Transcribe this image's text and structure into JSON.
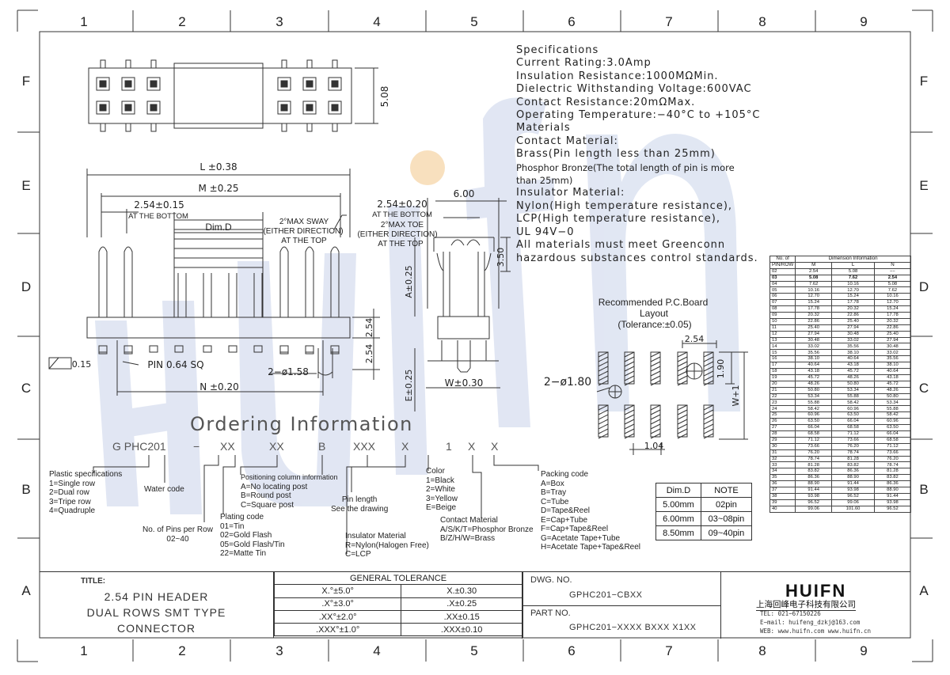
{
  "frame": {
    "columns": [
      "1",
      "2",
      "3",
      "4",
      "5",
      "6",
      "7",
      "8",
      "9"
    ],
    "rows": [
      "F",
      "E",
      "D",
      "C",
      "B",
      "A"
    ]
  },
  "watermark": "HUIFN",
  "views": {
    "top": {
      "height_dim": "5.08"
    },
    "front": {
      "L": "L ±0.38",
      "M": "M ±0.25",
      "pitch_bottom": "2.54±0.15",
      "pitch_bottom_note": "AT THE BOTTOM",
      "dim_d": "Dim.D",
      "sway_1": "2°MAX SWAY",
      "sway_2": "(EITHER DIRECTION)",
      "sway_3": "AT THE TOP",
      "flatness": "0.15",
      "pin": "PIN 0.64 SQ",
      "holes": "2−ø1.58",
      "N": "N ±0.20",
      "h1": "2.54",
      "h2": "2.54"
    },
    "side": {
      "pitch": "2.54±0.20",
      "pitch_note": "AT THE BOTTOM",
      "toe_1": "2°MAX TOE",
      "toe_2": "(EITHER DIRECTION)",
      "toe_3": "AT THE TOP",
      "width_top": "6.00",
      "h350": "3.50",
      "a": "A±0.25",
      "e": "E±0.25",
      "w": "W±0.30"
    },
    "pcb": {
      "title_1": "Recommended P.C.Board",
      "title_2": "Layout",
      "title_3": "(Tolerance:±0.05)",
      "pitch": "2.54",
      "pad_h": "1.90",
      "holes": "2−ø1.80",
      "pad_w": "1.04",
      "w1": "W+1"
    }
  },
  "specifications": [
    "Specifications",
    "Current Rating:3.0Amp",
    "Insulation Resistance:1000MΩMin.",
    "Dielectric Withstanding Voltage:600VAC",
    "Contact Resistance:20mΩMax.",
    "Operating Temperature:−40°C to +105°C",
    "Materials",
    "Contact Material:",
    "Brass(Pin length less than 25mm)",
    "Phosphor Bronze(The total length of pin is more",
    "than 25mm)",
    "Insulator Material:",
    "Nylon(High temperature resistance),",
    "LCP(High temperature resistance),",
    "UL 94V−0",
    "All materials must meet Greenconn",
    "hazardous substances control standards."
  ],
  "ordering": {
    "title": "Ordering Information",
    "code": [
      "G PHC201",
      "−",
      "XX",
      "XX",
      "B",
      "XXX",
      "X",
      "1",
      "X",
      "X"
    ],
    "plastic": [
      "Plastic specifications",
      "1=Single row",
      "2=Dual row",
      "3=Tripe row",
      "4=Quadruple"
    ],
    "water": "Water code",
    "pins": [
      "No. of Pins per Row",
      "02~40"
    ],
    "plating": [
      "Plating code",
      "01=Tin",
      "02=Gold Flash",
      "05=Gold Flash/Tin",
      "22=Matte Tin"
    ],
    "positioning": [
      "Positioning column information",
      "A=No locating post",
      "B=Round post",
      "C=Square post"
    ],
    "pinlength": [
      "Pin length",
      "See the drawing"
    ],
    "insulator": [
      "Insulator Material",
      "R=Nylon(Halogen Free)",
      "C=LCP"
    ],
    "color": [
      "Color",
      "1=Black",
      "2=White",
      "3=Yellow",
      "E=Beige"
    ],
    "contact": [
      "Contact Material",
      "A/S/K/T=Phosphor Bronze",
      "B/Z/H/W=Brass"
    ],
    "packing": [
      "Packing code",
      "A=Box",
      "B=Tray",
      "C=Tube",
      "D=Tape&Reel",
      "E=Cap+Tube",
      "F=Cap+Tape&Reel",
      "G=Acetate Tape+Tube",
      "H=Acetate Tape+Tape&Reel"
    ]
  },
  "dimd_table": {
    "headers": [
      "Dim.D",
      "NOTE"
    ],
    "rows": [
      [
        "5.00mm",
        "02pin"
      ],
      [
        "6.00mm",
        "03~08pin"
      ],
      [
        "8.50mm",
        "09~40pin"
      ]
    ]
  },
  "dimension_table": {
    "title": "Dimension Information",
    "col0_top": "No. of",
    "col0_bottom": "PIN/ROW",
    "cols": [
      "M",
      "L",
      "N"
    ],
    "rows": [
      [
        "02",
        "2.54",
        "5.08",
        "−−"
      ],
      [
        "03",
        "5.08",
        "7.62",
        "2.54"
      ],
      [
        "04",
        "7.62",
        "10.16",
        "5.08"
      ],
      [
        "05",
        "10.16",
        "12.70",
        "7.62"
      ],
      [
        "06",
        "12.70",
        "15.24",
        "10.16"
      ],
      [
        "07",
        "15.24",
        "17.78",
        "12.70"
      ],
      [
        "08",
        "17.78",
        "20.32",
        "15.24"
      ],
      [
        "09",
        "20.32",
        "22.86",
        "17.78"
      ],
      [
        "10",
        "22.86",
        "25.40",
        "20.32"
      ],
      [
        "11",
        "25.40",
        "27.94",
        "22.86"
      ],
      [
        "12",
        "27.94",
        "30.48",
        "25.40"
      ],
      [
        "13",
        "30.48",
        "33.02",
        "27.94"
      ],
      [
        "14",
        "33.02",
        "35.56",
        "30.48"
      ],
      [
        "15",
        "35.56",
        "38.10",
        "33.02"
      ],
      [
        "16",
        "38.10",
        "40.64",
        "35.56"
      ],
      [
        "17",
        "40.64",
        "43.18",
        "38.10"
      ],
      [
        "18",
        "43.18",
        "45.72",
        "40.64"
      ],
      [
        "19",
        "45.72",
        "48.26",
        "43.18"
      ],
      [
        "20",
        "48.26",
        "50.80",
        "45.72"
      ],
      [
        "21",
        "50.80",
        "53.34",
        "48.26"
      ],
      [
        "22",
        "53.34",
        "55.88",
        "50.80"
      ],
      [
        "23",
        "55.88",
        "58.42",
        "53.34"
      ],
      [
        "24",
        "58.42",
        "60.96",
        "55.88"
      ],
      [
        "25",
        "60.96",
        "63.50",
        "58.42"
      ],
      [
        "26",
        "63.50",
        "66.04",
        "60.96"
      ],
      [
        "27",
        "66.04",
        "68.58",
        "63.50"
      ],
      [
        "28",
        "68.58",
        "71.12",
        "66.04"
      ],
      [
        "29",
        "71.12",
        "73.66",
        "68.58"
      ],
      [
        "30",
        "73.66",
        "76.20",
        "71.12"
      ],
      [
        "31",
        "76.20",
        "78.74",
        "73.66"
      ],
      [
        "32",
        "78.74",
        "81.28",
        "76.20"
      ],
      [
        "33",
        "81.28",
        "83.82",
        "78.74"
      ],
      [
        "34",
        "83.82",
        "86.36",
        "81.28"
      ],
      [
        "35",
        "86.36",
        "88.90",
        "83.82"
      ],
      [
        "36",
        "88.90",
        "91.44",
        "86.36"
      ],
      [
        "37",
        "91.44",
        "93.98",
        "88.90"
      ],
      [
        "38",
        "93.98",
        "96.52",
        "91.44"
      ],
      [
        "39",
        "96.52",
        "99.06",
        "93.98"
      ],
      [
        "40",
        "99.06",
        "101.60",
        "96.52"
      ]
    ]
  },
  "title_block": {
    "title_label": "TITLE:",
    "title_lines": [
      "2.54 PIN HEADER",
      "DUAL ROWS SMT TYPE",
      "CONNECTOR"
    ],
    "tolerance_header": "GENERAL TOLERANCE",
    "tolerance": [
      [
        "X.°±5.0°",
        "X.±0.30"
      ],
      [
        ".X°±3.0°",
        ".X±0.25"
      ],
      [
        ".XX°±2.0°",
        ".XX±0.15"
      ],
      [
        ".XXX°±1.0°",
        ".XXX±0.10"
      ]
    ],
    "dwg_label": "DWG. NO.",
    "dwg_no": "GPHC201−CBXX",
    "part_label": "PART NO.",
    "part_no": "GPHC201−XXXX BXXX X1XX",
    "company_logo": "HUIFN",
    "company_name": "上海回峰电子科技有限公司",
    "tel": "TEL: 021−67150226",
    "email": "E−mail: huifeng_dzkj@163.com",
    "web": "WEB: www.huifn.com  www.huifn.cn"
  },
  "colors": {
    "line": "#222222",
    "watermark": "#c9d3ea",
    "dot": "#f3c88a"
  }
}
